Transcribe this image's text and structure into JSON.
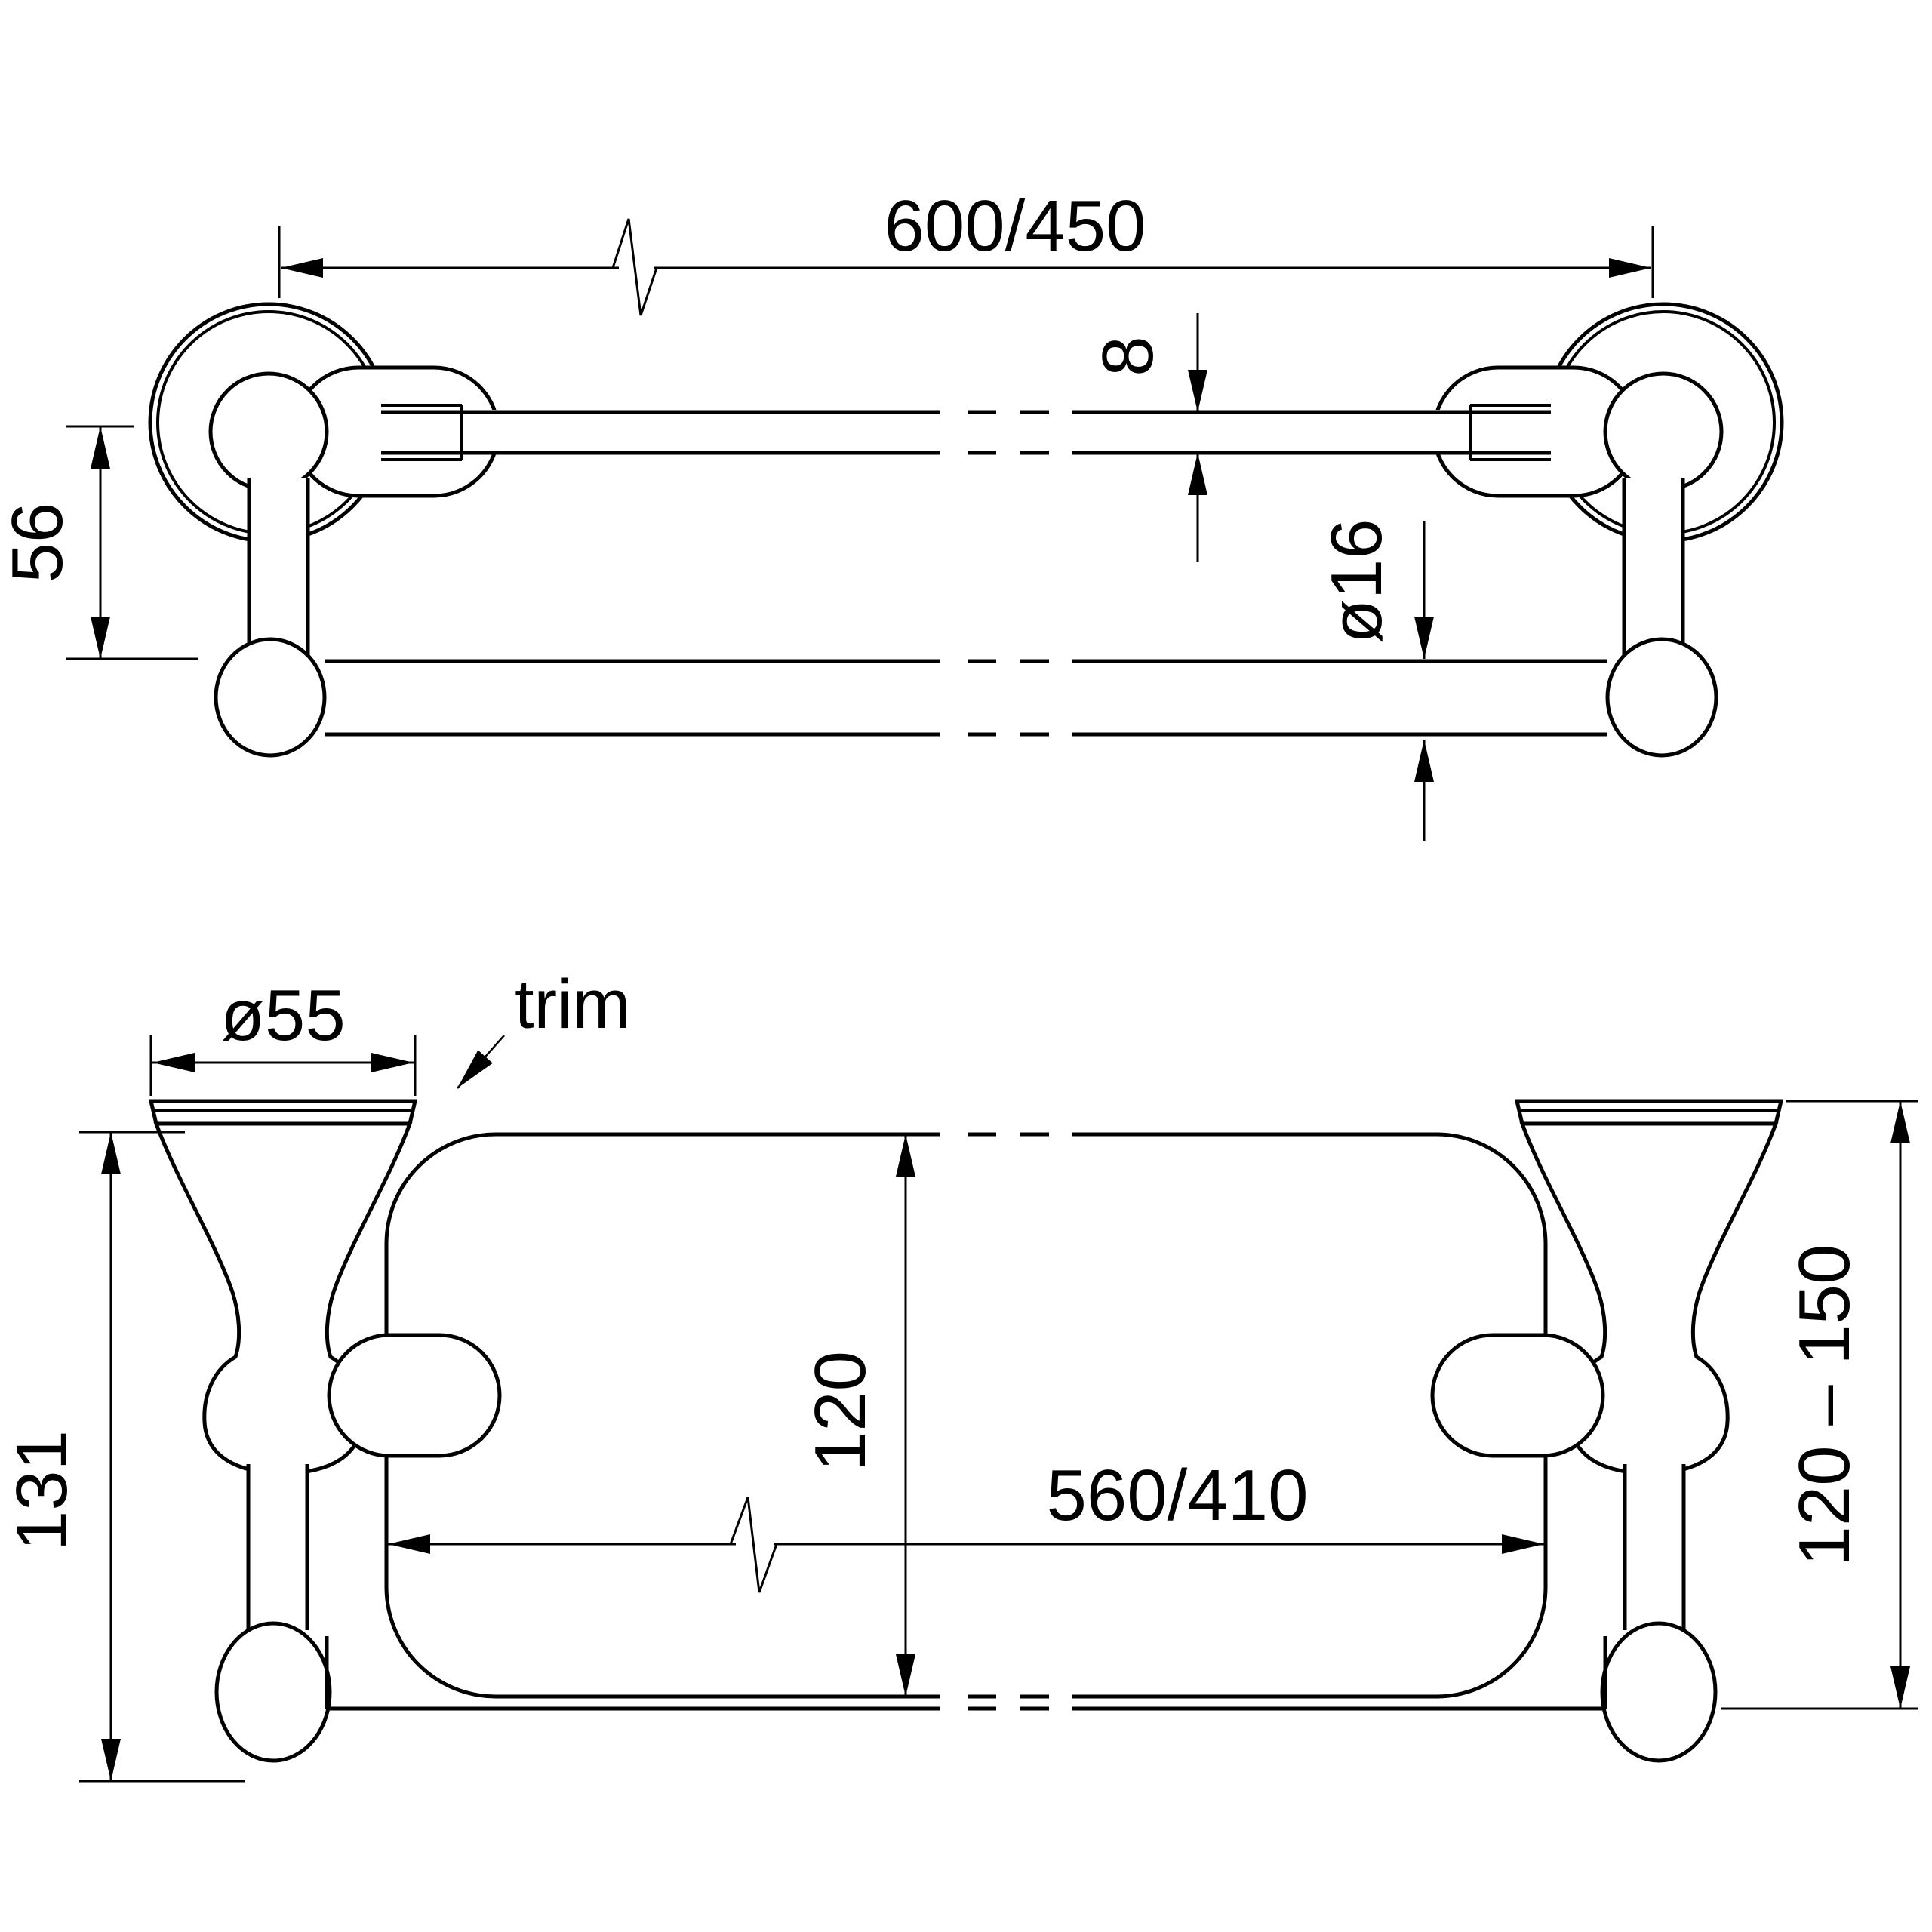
{
  "drawing": {
    "type": "technical-dimension-drawing",
    "subject": "double towel rail, two views",
    "background_color": "#ffffff",
    "line_color": "#000000",
    "top_view": {
      "overall_length_label": "600/450",
      "top_bar_thickness_label": "8",
      "bottom_bar_diameter_label": "ø16",
      "bar_spacing_label": "56"
    },
    "bottom_view": {
      "flange_diameter_label": "ø55",
      "trim_label": "trim",
      "total_depth_label": "131",
      "inner_depth_label": "120",
      "bar_centre_length_label": "560/410",
      "wall_distance_label": "120 – 150"
    }
  }
}
